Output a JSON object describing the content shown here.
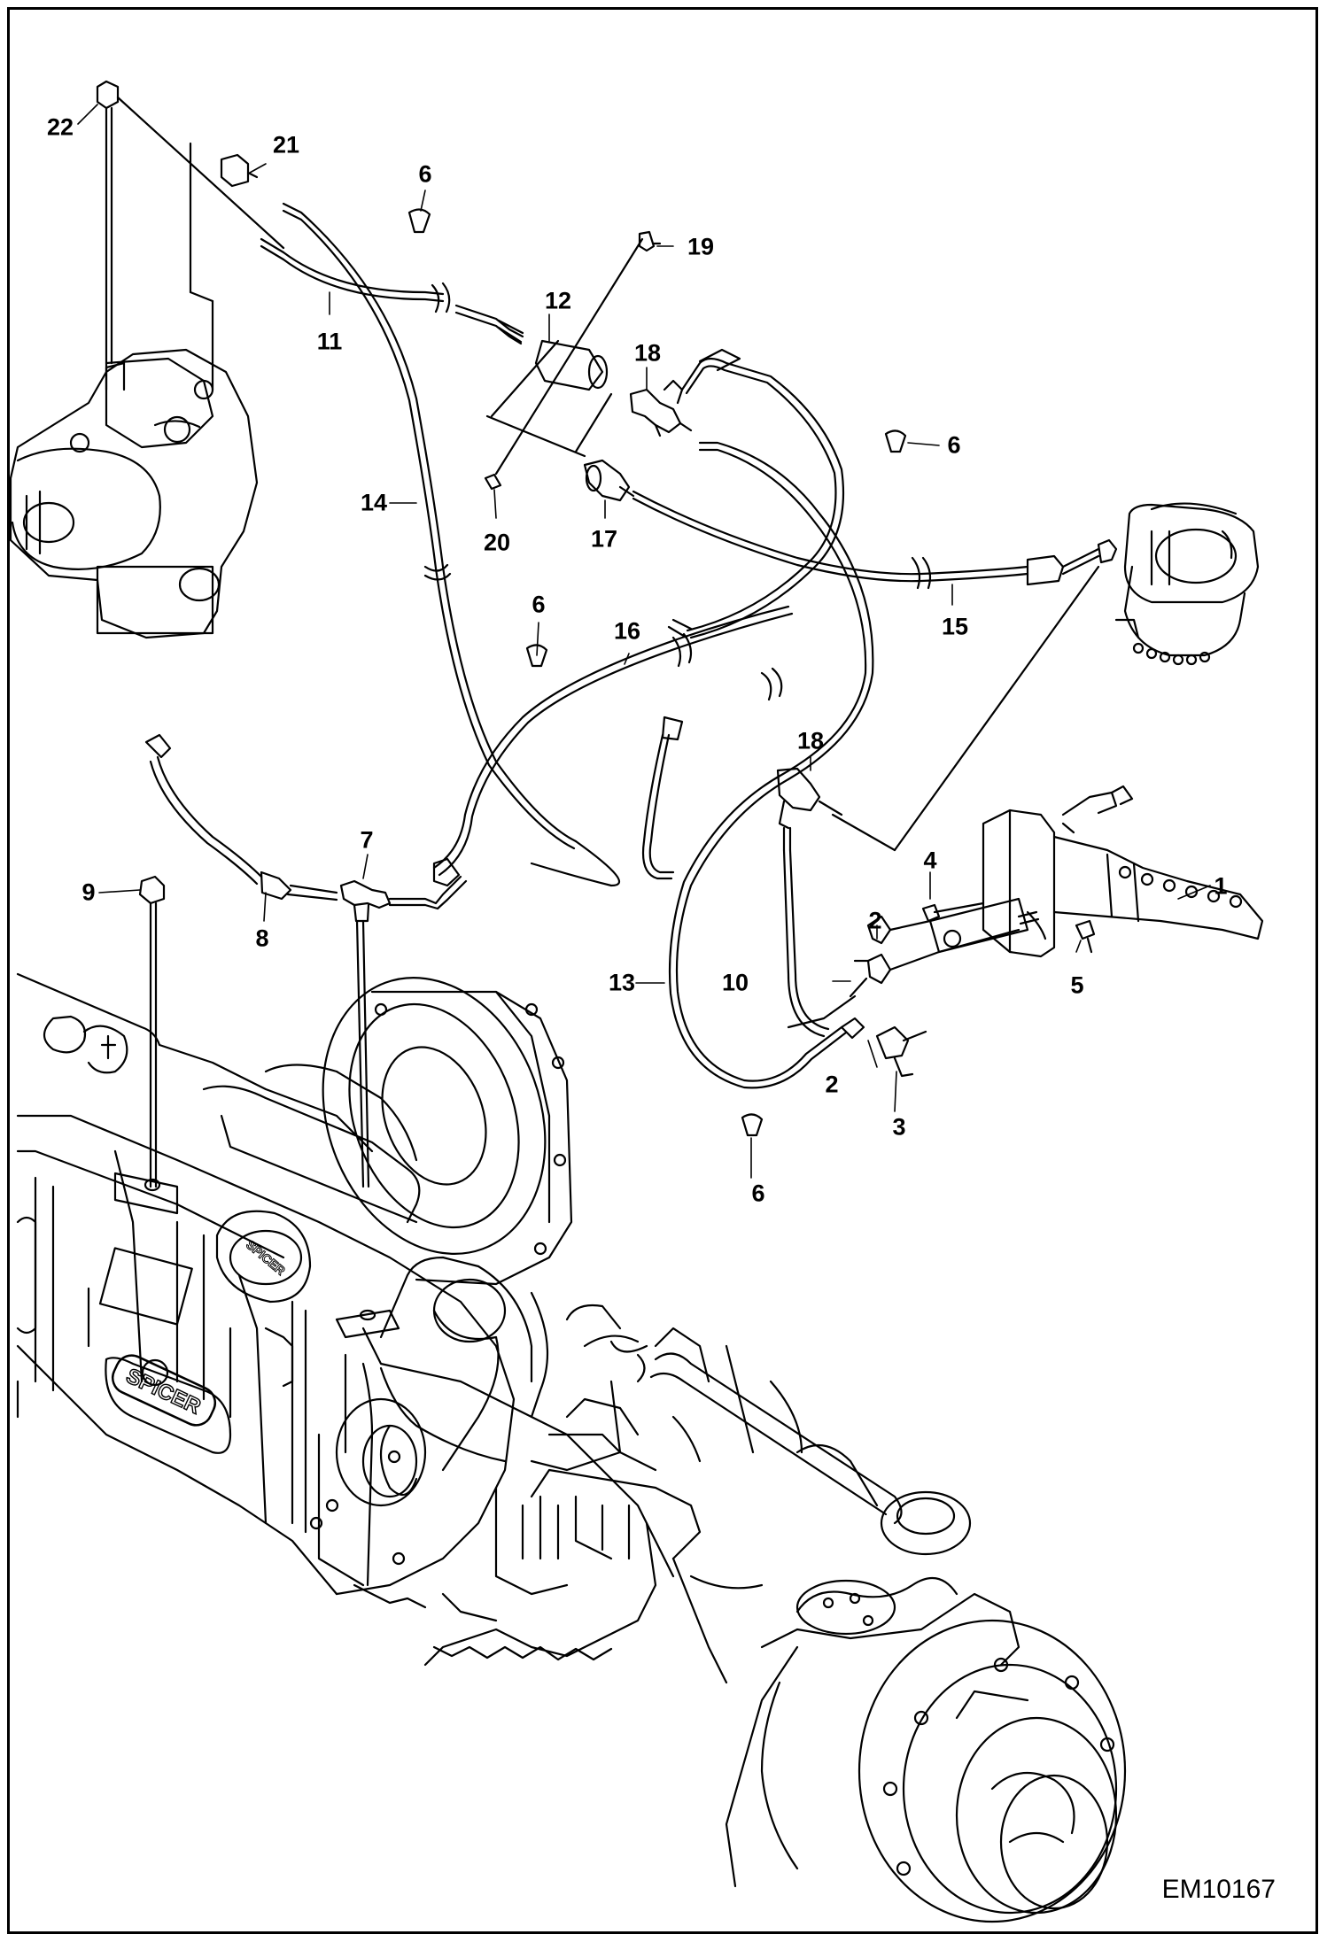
{
  "figure": {
    "id": "EM10167"
  },
  "callouts": [
    {
      "key": "c1",
      "text": "1"
    },
    {
      "key": "c2a",
      "text": "2"
    },
    {
      "key": "c2b",
      "text": "2"
    },
    {
      "key": "c3",
      "text": "3"
    },
    {
      "key": "c4",
      "text": "4"
    },
    {
      "key": "c5",
      "text": "5"
    },
    {
      "key": "c6a",
      "text": "6"
    },
    {
      "key": "c6b",
      "text": "6"
    },
    {
      "key": "c6c",
      "text": "6"
    },
    {
      "key": "c6d",
      "text": "6"
    },
    {
      "key": "c7",
      "text": "7"
    },
    {
      "key": "c8",
      "text": "8"
    },
    {
      "key": "c9",
      "text": "9"
    },
    {
      "key": "c10",
      "text": "10"
    },
    {
      "key": "c11",
      "text": "11"
    },
    {
      "key": "c12",
      "text": "12"
    },
    {
      "key": "c13",
      "text": "13"
    },
    {
      "key": "c14",
      "text": "14"
    },
    {
      "key": "c15",
      "text": "15"
    },
    {
      "key": "c16",
      "text": "16"
    },
    {
      "key": "c17",
      "text": "17"
    },
    {
      "key": "c18a",
      "text": "18"
    },
    {
      "key": "c18b",
      "text": "18"
    },
    {
      "key": "c19",
      "text": "19"
    },
    {
      "key": "c20",
      "text": "20"
    },
    {
      "key": "c21",
      "text": "21"
    },
    {
      "key": "c22",
      "text": "22"
    }
  ],
  "logos": {
    "axle_housing": "SPICER",
    "axle_cover": "SPICER"
  }
}
